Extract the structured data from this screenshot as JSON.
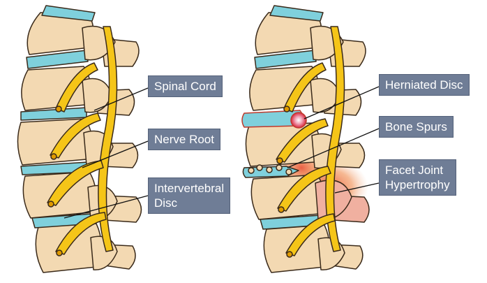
{
  "colors": {
    "bone_fill": "#f3d9b2",
    "bone_outline": "#3a2a1a",
    "disc_fill": "#7fd0dc",
    "nerve_fill": "#f5c518",
    "label_bg": "#6f7d96",
    "inflammation": "#e8573a"
  },
  "healthy_labels": [
    {
      "lines": [
        "Spinal Cord"
      ]
    },
    {
      "lines": [
        "Nerve Root"
      ]
    },
    {
      "lines": [
        "Intervertebral",
        "Disc"
      ]
    }
  ],
  "degenerated_labels": [
    {
      "lines": [
        "Herniated Disc"
      ]
    },
    {
      "lines": [
        "Bone Spurs"
      ]
    },
    {
      "lines": [
        "Facet Joint",
        "Hypertrophy"
      ]
    }
  ]
}
